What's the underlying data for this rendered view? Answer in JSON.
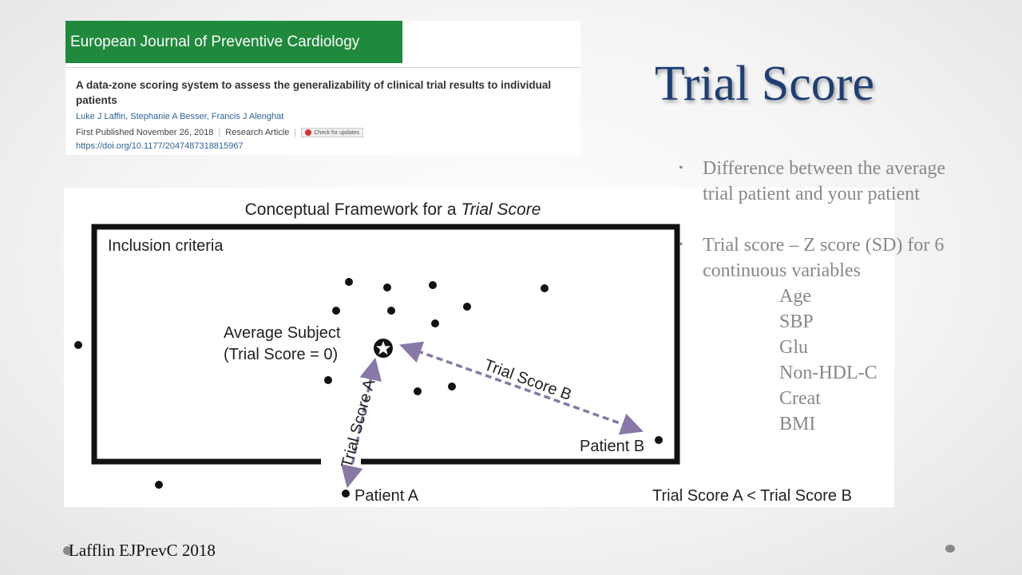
{
  "slide": {
    "title": "Trial Score",
    "bullets": [
      "Difference between the average trial patient and your patient",
      "Trial score – Z score (SD) for 6 continuous variables"
    ],
    "variables": [
      "Age",
      "SBP",
      "Glu",
      "Non-HDL-C",
      "Creat",
      "BMI"
    ],
    "footer": "Lafflin EJPrevC 2018"
  },
  "journal": {
    "name": "European Journal of Preventive Cardiology",
    "brand_color": "#1f8a3c",
    "article_title": "A data-zone scoring system to assess the generalizability of clinical trial results to individual patients",
    "authors": "Luke J Laffin, Stephanie A Besser, Francis J Alenghat",
    "published": "First Published November 26, 2018",
    "article_type": "Research Article",
    "updates_badge": "Check for updates",
    "doi": "https://doi.org/10.1177/2047487318815967"
  },
  "figure": {
    "title_prefix": "Conceptual Framework for a ",
    "title_italic": "Trial Score",
    "box_label": "Inclusion criteria",
    "average_subject_line1": "Average Subject",
    "average_subject_line2": "(Trial Score = 0)",
    "arrow_a_label": "Trial Score A",
    "arrow_b_label": "Trial Score B",
    "patient_a": "Patient A",
    "patient_b": "Patient B",
    "comparison": "Trial Score A < Trial Score B",
    "arrow_color": "#8878a8"
  }
}
